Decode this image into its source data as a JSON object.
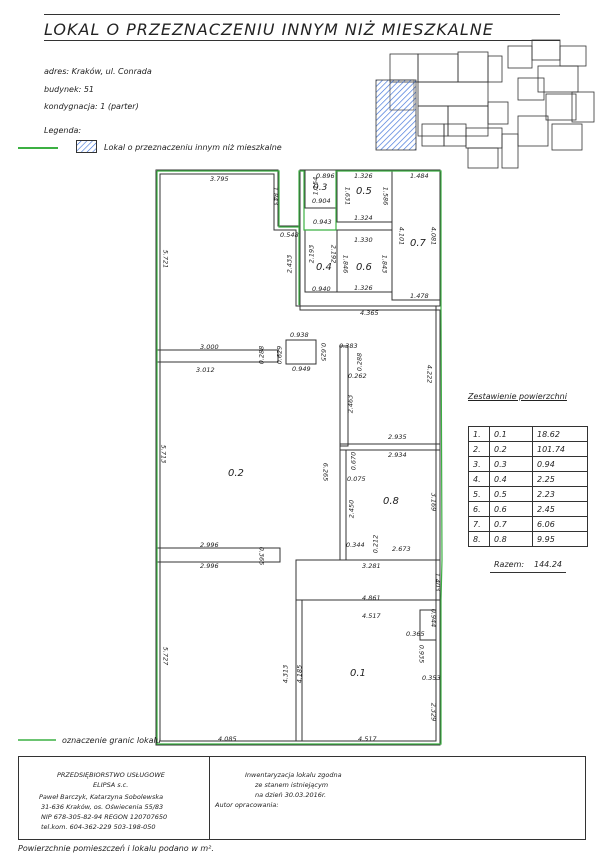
{
  "title": "LOKAL O PRZEZNACZENIU INNYM NIŻ MIESZKALNE",
  "info": {
    "address": "adres: Kraków, ul. Conrada",
    "building": "budynek: 51",
    "storey": "kondygnacja: 1 (parter)"
  },
  "legend": {
    "heading": "Legenda:",
    "item": "Lokal o przeznaczeniu innym niż mieszkalne",
    "boundary": "oznaczenie granic lokalu"
  },
  "rooms": [
    {
      "label": "0.1"
    },
    {
      "label": "0.2"
    },
    {
      "label": "0.3"
    },
    {
      "label": "0.4"
    },
    {
      "label": "0.5"
    },
    {
      "label": "0.6"
    },
    {
      "label": "0.7"
    },
    {
      "label": "0.8"
    }
  ],
  "dims": [
    "3.795",
    "1.843",
    "5.721",
    "0.548",
    "2.433",
    "0.896",
    "1.326",
    "1.484",
    "1.154",
    "1.631",
    "1.586",
    "0.904",
    "0.943",
    "1.324",
    "4.101",
    "4.081",
    "2.193",
    "2.192",
    "1.330",
    "1.846",
    "1.843",
    "0.940",
    "1.326",
    "1.478",
    "4.365",
    "0.938",
    "3.000",
    "0.288",
    "0.629",
    "0.625",
    "0.383",
    "0.288",
    "3.012",
    "0.949",
    "0.262",
    "2.463",
    "4.222",
    "5.713",
    "2.935",
    "6.265",
    "0.670",
    "0.075",
    "2.934",
    "2.450",
    "3.169",
    "0.344",
    "0.212",
    "2.673",
    "2.996",
    "0.365",
    "2.996",
    "3.281",
    "1.403",
    "4.861",
    "4.517",
    "0.365",
    "0.944",
    "5.727",
    "4.313",
    "4.185",
    "0.935",
    "0.353",
    "2.329",
    "4.085",
    "4.517"
  ],
  "area_table": {
    "heading": "Zestawienie powierzchni",
    "rows": [
      {
        "no": "1.",
        "room": "0.1",
        "area": "18.62"
      },
      {
        "no": "2.",
        "room": "0.2",
        "area": "101.74"
      },
      {
        "no": "3.",
        "room": "0.3",
        "area": "0.94"
      },
      {
        "no": "4.",
        "room": "0.4",
        "area": "2.25"
      },
      {
        "no": "5.",
        "room": "0.5",
        "area": "2.23"
      },
      {
        "no": "6.",
        "room": "0.6",
        "area": "2.45"
      },
      {
        "no": "7.",
        "room": "0.7",
        "area": "6.06"
      },
      {
        "no": "8.",
        "room": "0.8",
        "area": "9.95"
      }
    ],
    "total_label": "Razem:",
    "total_value": "144.24"
  },
  "company": {
    "line1": "PRZEDSIĘBIORSTWO USŁUGOWE",
    "line2": "ELIPSA s.c.",
    "line3": "Paweł Barczyk, Katarzyna Sobolewska",
    "line4": "31-636 Kraków, os. Oświecenia 55/83",
    "line5": "NIP 678-305-82-94 REGON 120707650",
    "line6": "tel.kom. 604-362-229 503-198-050"
  },
  "inventory": {
    "line1": "Inwentaryzacja lokalu zgodna",
    "line2": "ze stanem istniejącym",
    "line3": "na dzień 30.03.2016r.",
    "line4": "Autor opracowania:"
  },
  "footnote": "Powierzchnie pomieszczeń i lokalu podano w m².",
  "colors": {
    "boundary": "#3cb043",
    "hatch": "#3a6fd8",
    "wall": "#333333"
  }
}
